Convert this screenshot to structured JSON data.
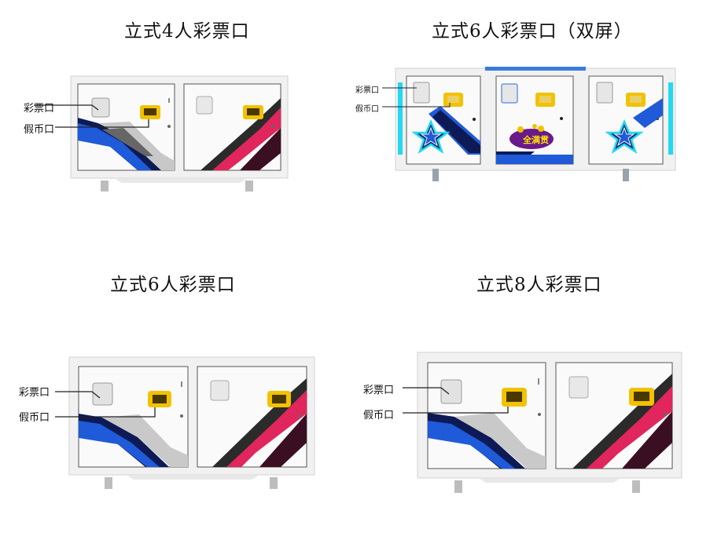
{
  "panels": [
    {
      "title": "立式4人彩票口",
      "ticket_label": "彩票口",
      "coin_label": "假币口"
    },
    {
      "title": "立式6人彩票口（双屏）",
      "ticket_label": "彩票口",
      "coin_label": "假币口",
      "center_logo": "全满贯"
    },
    {
      "title": "立式6人彩票口",
      "ticket_label": "彩票口",
      "coin_label": "假币口"
    },
    {
      "title": "立式8人彩票口",
      "ticket_label": "彩票口",
      "coin_label": "假币口"
    }
  ],
  "colors": {
    "blue": "#1f5ad8",
    "navy": "#0d1a55",
    "pink": "#e0265c",
    "slot": "#f2c200",
    "cyan": "#22d8f2"
  }
}
